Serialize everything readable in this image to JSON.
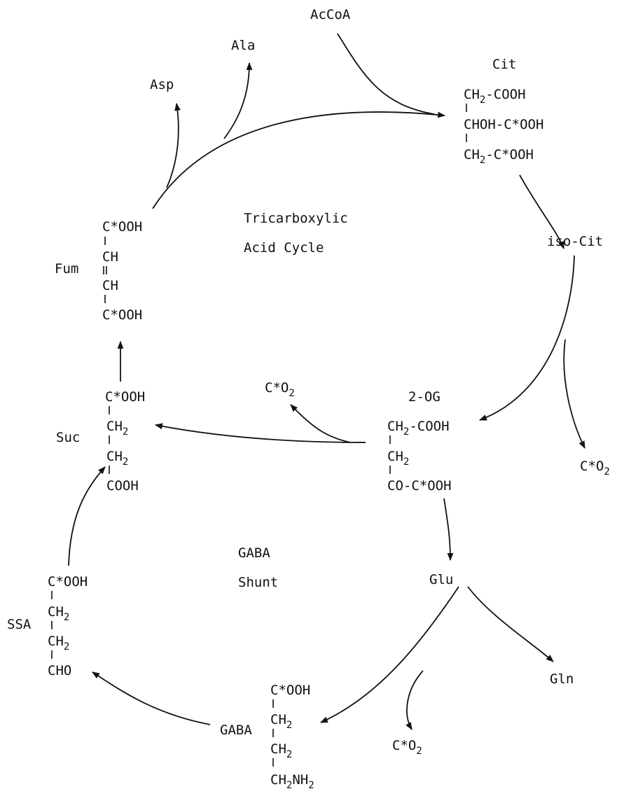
{
  "labels": {
    "accoa": "AcCoA",
    "ala": "Ala",
    "asp": "Asp",
    "cit": "Cit",
    "iso_cit": "iso-Cit",
    "fum": "Fum",
    "suc": "Suc",
    "two_og": "2-OG",
    "glu": "Glu",
    "gln": "Gln",
    "ssa": "SSA",
    "gaba": "GABA",
    "cycle_line1": "Tricarboxylic",
    "cycle_line2": "Acid Cycle",
    "shunt_line1": "GABA",
    "shunt_line2": "Shunt"
  },
  "co2": {
    "base": "C*O",
    "sub": "2"
  },
  "structures": {
    "cit": {
      "l1": "CH2-COOH",
      "l2": "CHOH-C*OOH",
      "l3": "CH2-C*OOH"
    },
    "fum": {
      "l1": "C*OOH",
      "l2": "CH",
      "l3": "CH",
      "l4": "C*OOH"
    },
    "suc": {
      "l1": "C*OOH",
      "l2": "CH2",
      "l3": "CH2",
      "l4": "COOH"
    },
    "og": {
      "l1": "CH2-COOH",
      "l2": "CH2",
      "l3": "CO-C*OOH"
    },
    "ssa": {
      "l1": "C*OOH",
      "l2": "CH2",
      "l3": "CH2",
      "l4": "CHO"
    },
    "gaba": {
      "l1": "C*OOH",
      "l2": "CH2",
      "l3": "CH2",
      "l4": "CH2NH2"
    }
  }
}
